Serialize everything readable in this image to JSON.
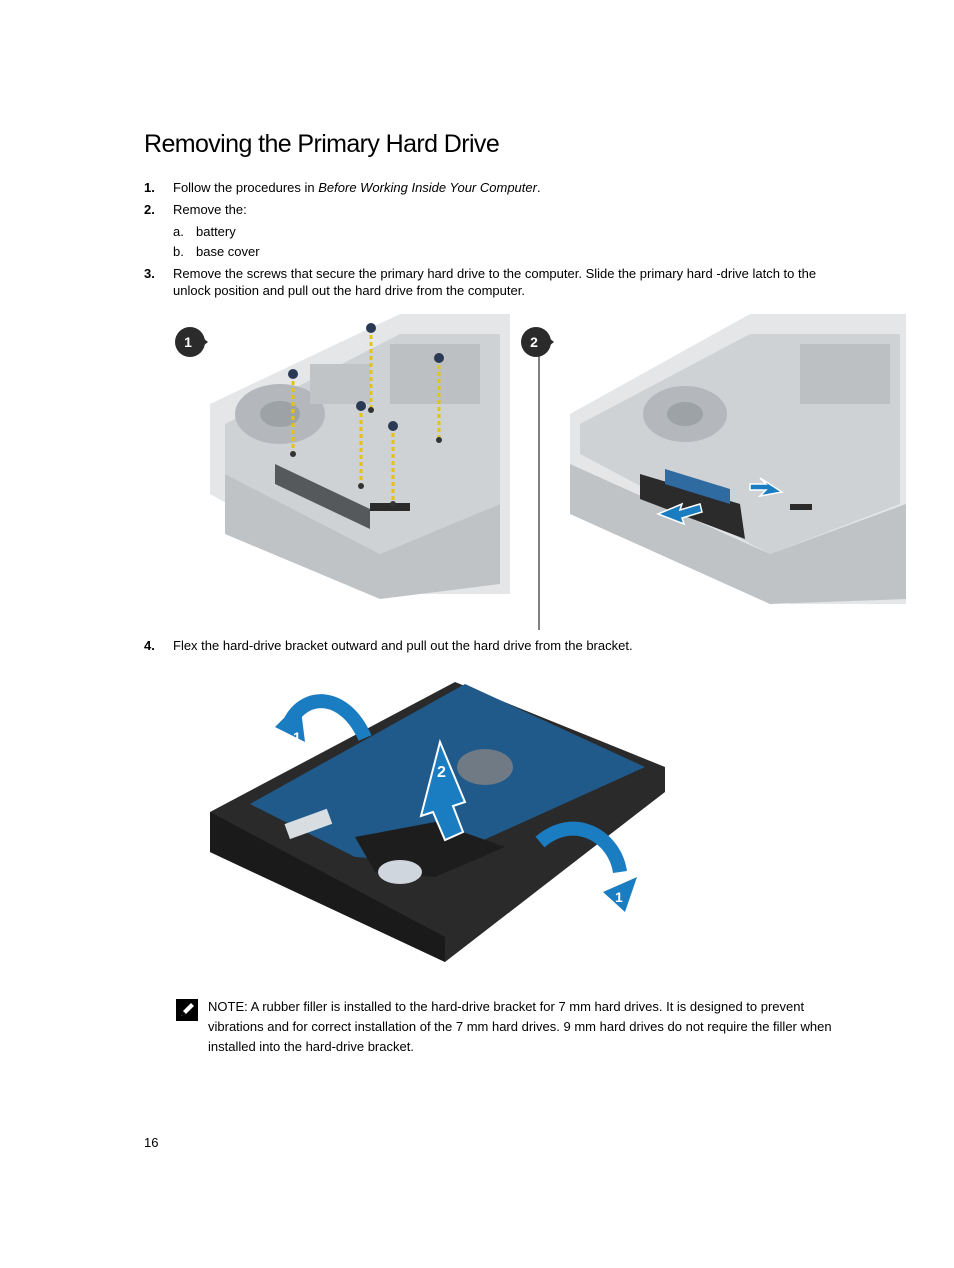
{
  "title": "Removing the Primary Hard Drive",
  "steps": [
    {
      "num": "1.",
      "text_pre": "Follow the procedures in ",
      "text_link": "Before Working Inside Your Computer",
      "text_post": "."
    },
    {
      "num": "2.",
      "text": "Remove the:"
    },
    {
      "num": "3.",
      "line1": "Remove the screws that secure the primary hard drive to the computer. Slide the primary hard -drive latch to the",
      "line2": "unlock position and pull out the hard drive from the computer."
    },
    {
      "num": "4.",
      "text": "Flex the hard-drive bracket outward and pull out the hard drive from the bracket."
    }
  ],
  "substeps": [
    {
      "letter": "a.",
      "text": "battery"
    },
    {
      "letter": "b.",
      "text": "base cover"
    }
  ],
  "figure1": {
    "callout_1": "1",
    "callout_2": "2"
  },
  "figure2": {
    "arrow_left": "1",
    "arrow_up": "2",
    "arrow_right": "1"
  },
  "note": {
    "label": "NOTE:",
    "text": " A rubber filler is installed to the hard-drive bracket for 7 mm hard drives. It is designed to prevent vibrations and for correct installation of the 7 mm hard drives. 9 mm hard drives do not require the filler when installed into the hard-drive bracket."
  },
  "page_number": "16",
  "colors": {
    "arrow_blue": "#1a7cc1",
    "board_blue": "#1f5a8a",
    "chassis_gray": "#c9cccf",
    "callout_dark": "#2b2b2b",
    "screw_yellow": "#e3c414"
  }
}
